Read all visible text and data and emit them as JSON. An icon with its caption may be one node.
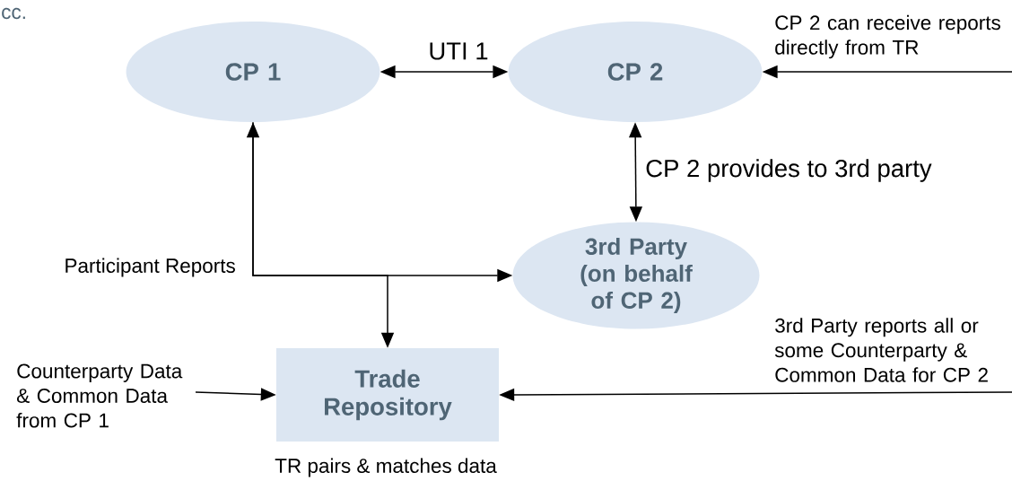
{
  "diagram": {
    "nodes": [
      {
        "text": [
          "CP 1"
        ]
      },
      {
        "text": [
          "CP 2"
        ]
      },
      {
        "text": [
          "3rd Party (on behalf of CP 2)"
        ]
      },
      {
        "text": [
          "Trade Repository"
        ],
        "beside": [
          "TR pairs & matches data"
        ]
      }
    ],
    "edges": [
      {
        "from": 0,
        "to": 1,
        "arrow": "both",
        "label": "UTI 1"
      },
      {
        "from": 1,
        "to": 2,
        "arrow": "both",
        "label": "CP 2 provides to 3rd party"
      },
      {
        "from": null,
        "to": 1,
        "arrow": "to",
        "label": "CP 2 can receive reports directly from TR"
      },
      {
        "from": 0,
        "to": 2,
        "arrow": "both"
      },
      {
        "from": 0,
        "to": 3,
        "arrow": "to"
      },
      {
        "from": null,
        "to": 3,
        "arrow": "to",
        "label": "Counterparty Data & Common Data from CP 1"
      },
      {
        "from": null,
        "to": 3,
        "arrow": "to",
        "label": "3rd Party reports all or some Counterparty & Common Data for CP 2"
      }
    ],
    "labels": [
      "cc.",
      "Participant Reports"
    ]
  }
}
